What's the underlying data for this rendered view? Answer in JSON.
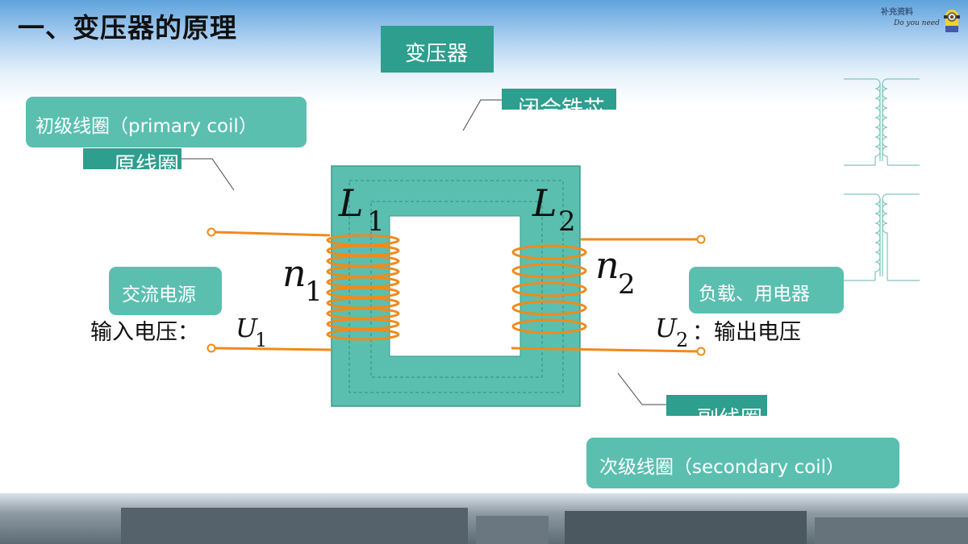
{
  "slide": {
    "title": "一、变压器的原理"
  },
  "logo": {
    "line1": "补充资料",
    "line2": "Do you need"
  },
  "labels": {
    "transformer": "变压器",
    "closed_core": "闭合铁芯",
    "primary_en": "初级线圈（primary coil）",
    "primary_cn": "原线圈",
    "ac_source": "交流电源",
    "load": "负载、用电器",
    "secondary_cn": "副线圈",
    "secondary_en": "次级线圈（secondary coil）"
  },
  "formulas": {
    "input_text": "输入电压：",
    "input_symbol": "U",
    "input_sub": "1",
    "output_symbol": "U",
    "output_sub": "2",
    "output_text": "：输出电压",
    "L1": "L",
    "L1_sub": "1",
    "L2": "L",
    "L2_sub": "2",
    "n1": "n",
    "n1_sub": "1",
    "n2": "n",
    "n2_sub": "2"
  },
  "colors": {
    "core": "#5bbfb0",
    "core_dark": "#2e9e8e",
    "coil": "#f08a1c",
    "label_bg": "#5bbfb0"
  }
}
